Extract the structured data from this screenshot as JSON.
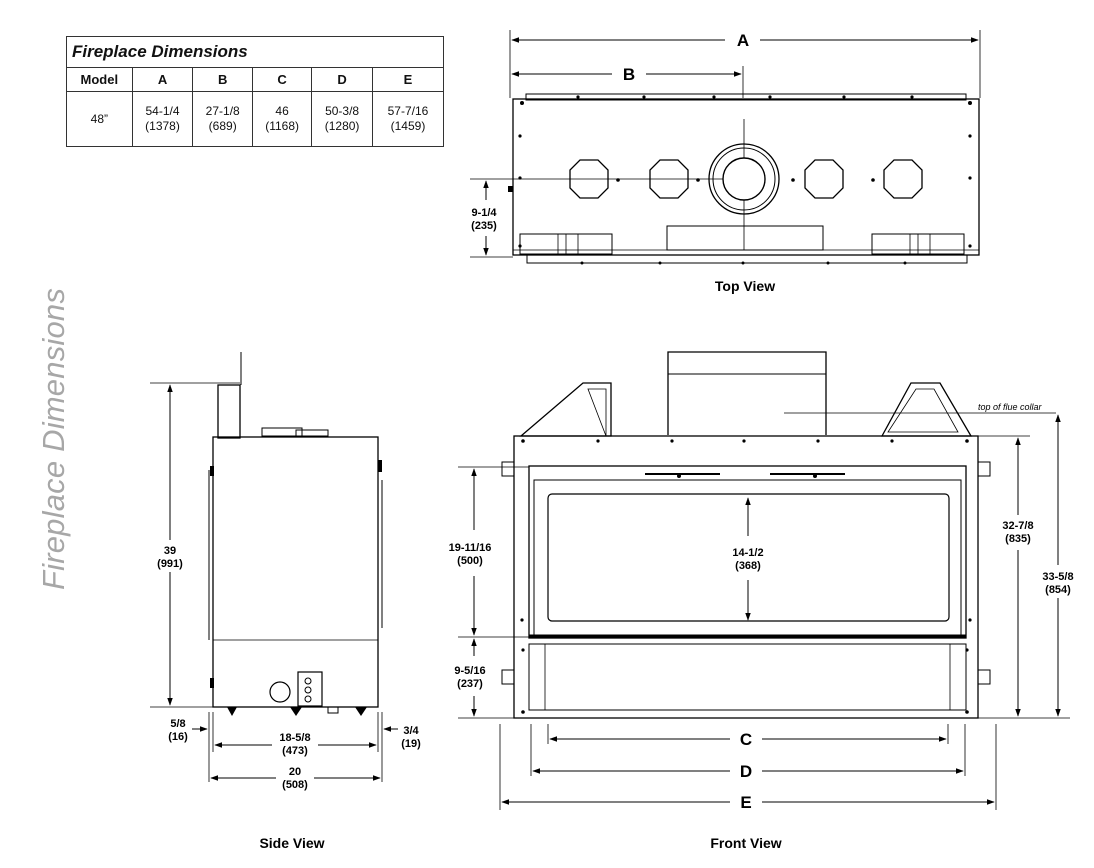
{
  "side_title": "Fireplace Dimensions",
  "table": {
    "title": "Fireplace Dimensions",
    "headers": [
      "Model",
      "A",
      "B",
      "C",
      "D",
      "E"
    ],
    "row": {
      "model": "48”",
      "values": [
        {
          "imperial": "54-1/4",
          "metric": "(1378)"
        },
        {
          "imperial": "27-1/8",
          "metric": "(689)"
        },
        {
          "imperial": "46",
          "metric": "(1168)"
        },
        {
          "imperial": "50-3/8",
          "metric": "(1280)"
        },
        {
          "imperial": "57-7/16",
          "metric": "(1459)"
        }
      ]
    }
  },
  "top_view": {
    "caption": "Top View",
    "dim_a": "A",
    "dim_b": "B",
    "depth": {
      "imperial": "9-1/4",
      "metric": "(235)"
    }
  },
  "side_view": {
    "caption": "Side View",
    "height": {
      "imperial": "39",
      "metric": "(991)"
    },
    "left_offset": {
      "imperial": "5/8",
      "metric": "(16)"
    },
    "right_offset": {
      "imperial": "3/4",
      "metric": "(19)"
    },
    "inner_depth": {
      "imperial": "18-5/8",
      "metric": "(473)"
    },
    "depth": {
      "imperial": "20",
      "metric": "(508)"
    }
  },
  "front_view": {
    "caption": "Front View",
    "flue_note": "top of flue collar",
    "opening_height": {
      "imperial": "19-11/16",
      "metric": "(500)"
    },
    "glass_height": {
      "imperial": "14-1/2",
      "metric": "(368)"
    },
    "base_height": {
      "imperial": "9-5/16",
      "metric": "(237)"
    },
    "body_height": {
      "imperial": "32-7/8",
      "metric": "(835)"
    },
    "total_height": {
      "imperial": "33-5/8",
      "metric": "(854)"
    },
    "dim_c": "C",
    "dim_d": "D",
    "dim_e": "E"
  }
}
